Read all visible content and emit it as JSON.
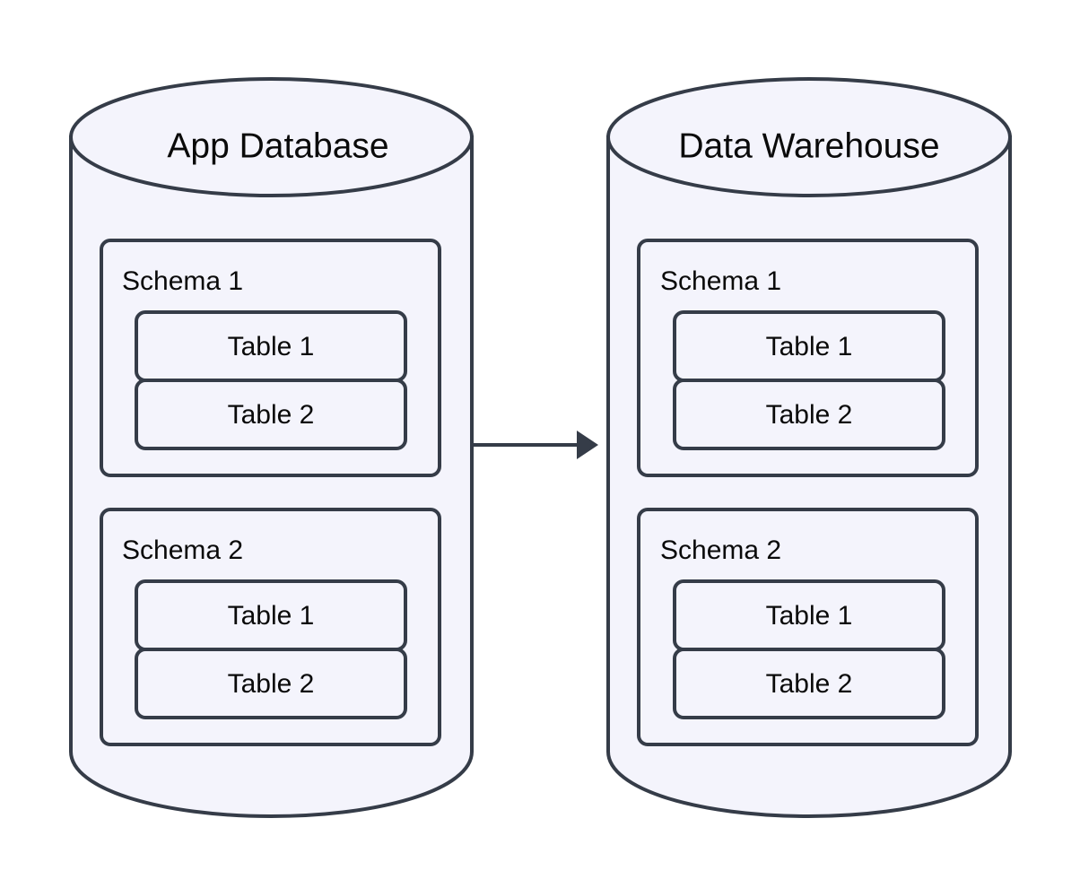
{
  "diagram": {
    "type": "data-pipeline-diagram",
    "background_color": "#ffffff",
    "shape_fill_color": "#f4f4fc",
    "shape_stroke_color": "#353c48",
    "text_color": "#0a0a0a",
    "nodes": [
      {
        "id": "app-database",
        "shape": "cylinder",
        "title": "App Database",
        "schemas": [
          {
            "label": "Schema 1",
            "tables": [
              {
                "label": "Table 1"
              },
              {
                "label": "Table 2"
              }
            ]
          },
          {
            "label": "Schema 2",
            "tables": [
              {
                "label": "Table 1"
              },
              {
                "label": "Table 2"
              }
            ]
          }
        ]
      },
      {
        "id": "data-warehouse",
        "shape": "cylinder",
        "title": "Data Warehouse",
        "schemas": [
          {
            "label": "Schema 1",
            "tables": [
              {
                "label": "Table 1"
              },
              {
                "label": "Table 2"
              }
            ]
          },
          {
            "label": "Schema 2",
            "tables": [
              {
                "label": "Table 1"
              },
              {
                "label": "Table 2"
              }
            ]
          }
        ]
      }
    ],
    "edges": [
      {
        "id": "app-to-warehouse",
        "from": "app-database",
        "to": "data-warehouse",
        "label": "",
        "arrowhead": "filled-triangle",
        "direction": "right"
      }
    ]
  }
}
